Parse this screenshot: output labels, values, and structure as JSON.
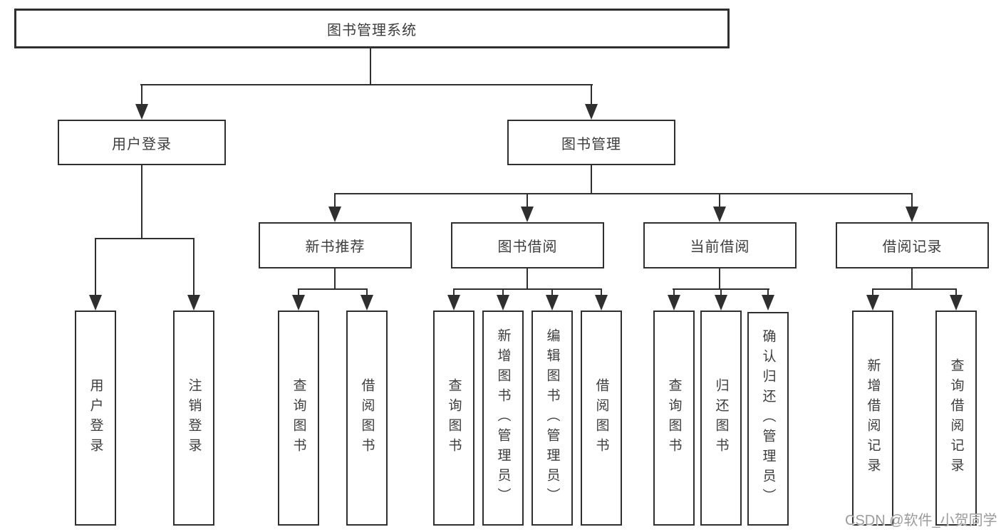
{
  "nodes": {
    "root": "图书管理系统",
    "user_login": "用户登录",
    "book_management": "图书管理",
    "new_books": "新书推荐",
    "book_borrowing": "图书借阅",
    "current_borrowing": "当前借阅",
    "borrowing_records": "借阅记录",
    "leaves": {
      "user": [
        "用户登录",
        "注销登录"
      ],
      "new_books": [
        "查询图书",
        "借阅图书"
      ],
      "book_borrowing": [
        "查询图书",
        "新增图书（管理员）",
        "编辑图书（管理员）",
        "借阅图书"
      ],
      "current_borrowing": [
        "查询图书",
        "归还图书",
        "确认归还（管理员）"
      ],
      "borrowing_records": [
        "新增借阅记录",
        "查询借阅记录"
      ]
    }
  },
  "watermark": "CSDN @软件_小贺同学",
  "colors": {
    "line": "#2f2f2f",
    "text": "#3d3d3d",
    "watermark": "#9b9b9b",
    "background": "#ffffff"
  }
}
